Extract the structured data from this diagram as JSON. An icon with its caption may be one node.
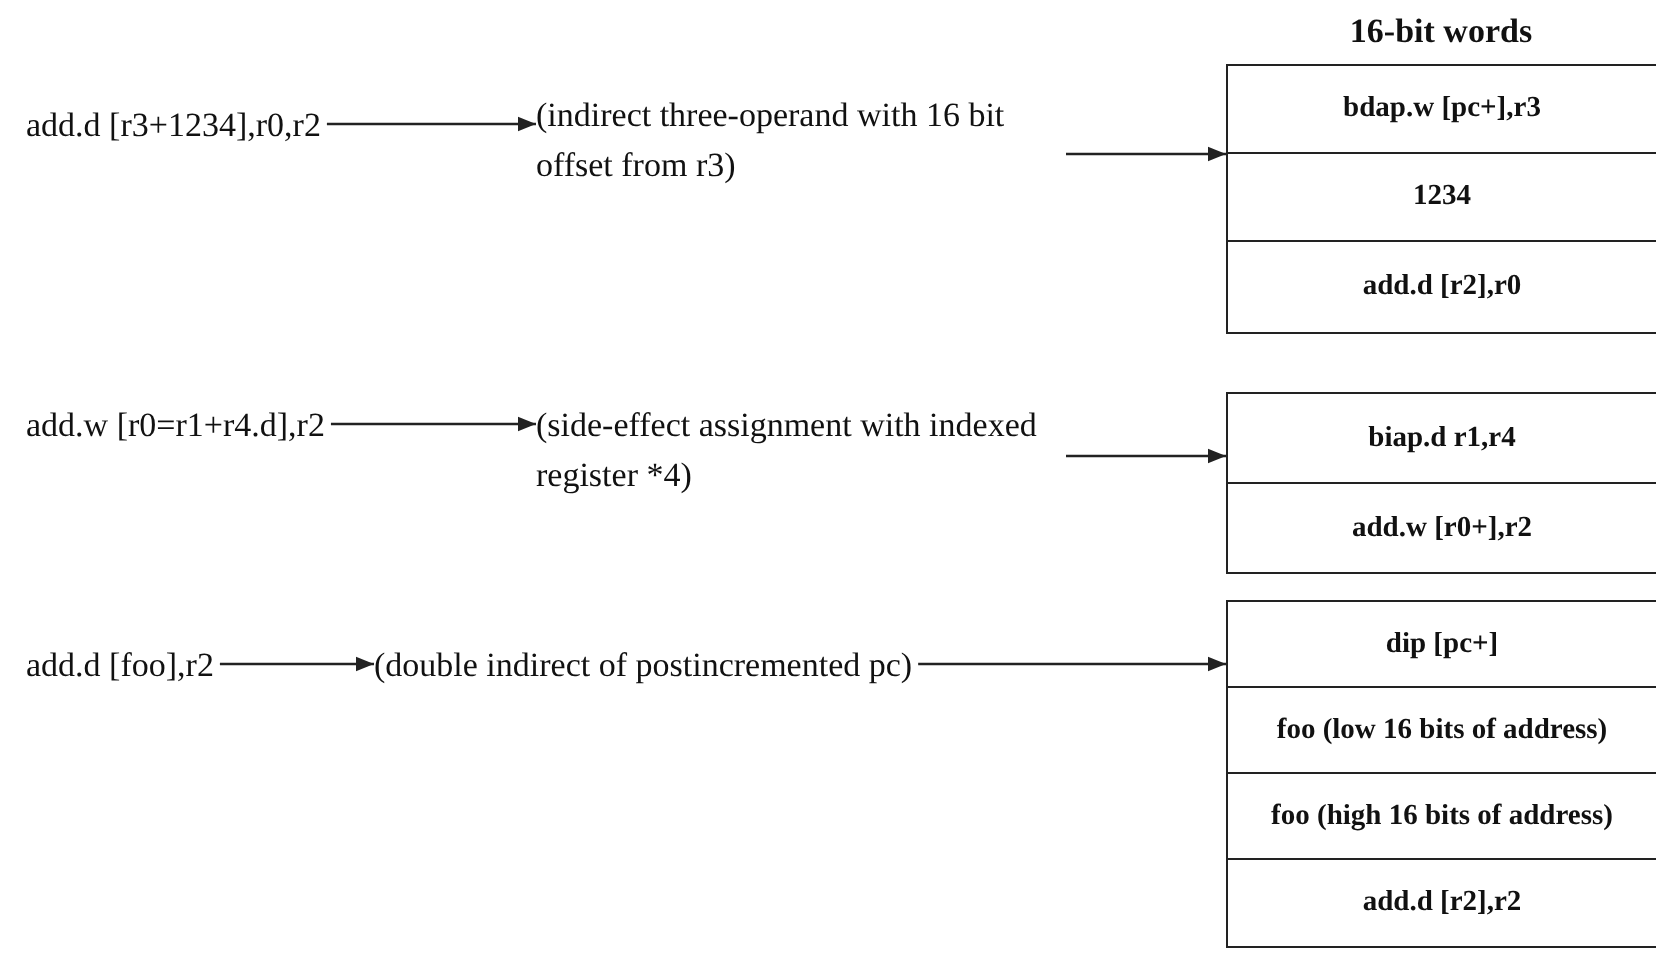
{
  "diagram": {
    "nodes": [
      {
        "text": [
          "add.d [r3+1234],r0,r2"
        ]
      },
      {
        "text": [
          "(indirect three-operand with 16 bit offset from r3)"
        ]
      },
      {
        "text": [],
        "shape": "box"
      },
      {
        "text": [
          "bdap.w [pc+],r3"
        ],
        "in": 2
      },
      {
        "text": [
          "1234"
        ],
        "in": 2
      },
      {
        "text": [
          "add.d [r2],r0"
        ],
        "in": 2
      },
      {
        "text": [
          "add.w [r0=r1+r4.d],r2"
        ]
      },
      {
        "text": [
          "(side-effect assignment with indexed register *4)"
        ]
      },
      {
        "text": [],
        "shape": "box"
      },
      {
        "text": [
          "biap.d r1,r4"
        ],
        "in": 8
      },
      {
        "text": [
          "add.w [r0+],r2"
        ],
        "in": 8
      },
      {
        "text": [
          "add.d [foo],r2"
        ]
      },
      {
        "text": [
          "(double indirect of postincremented pc)"
        ]
      },
      {
        "text": [],
        "shape": "box"
      },
      {
        "text": [
          "dip [pc+]"
        ],
        "in": 13
      },
      {
        "text": [
          "foo (low 16 bits of address)"
        ],
        "in": 13
      },
      {
        "text": [
          "foo (high 16 bits of address)"
        ],
        "in": 13
      },
      {
        "text": [
          "add.d [r2],r2"
        ],
        "in": 13
      }
    ],
    "edges": [
      {
        "from": 0,
        "to": 1,
        "arrow": "to"
      },
      {
        "from": 1,
        "to": 2,
        "arrow": "to"
      },
      {
        "from": 6,
        "to": 7,
        "arrow": "to"
      },
      {
        "from": 7,
        "to": 8,
        "arrow": "to"
      },
      {
        "from": 11,
        "to": 12,
        "arrow": "to"
      },
      {
        "from": 12,
        "to": 13,
        "arrow": "to"
      }
    ],
    "labels": [
      "16-bit words"
    ]
  }
}
